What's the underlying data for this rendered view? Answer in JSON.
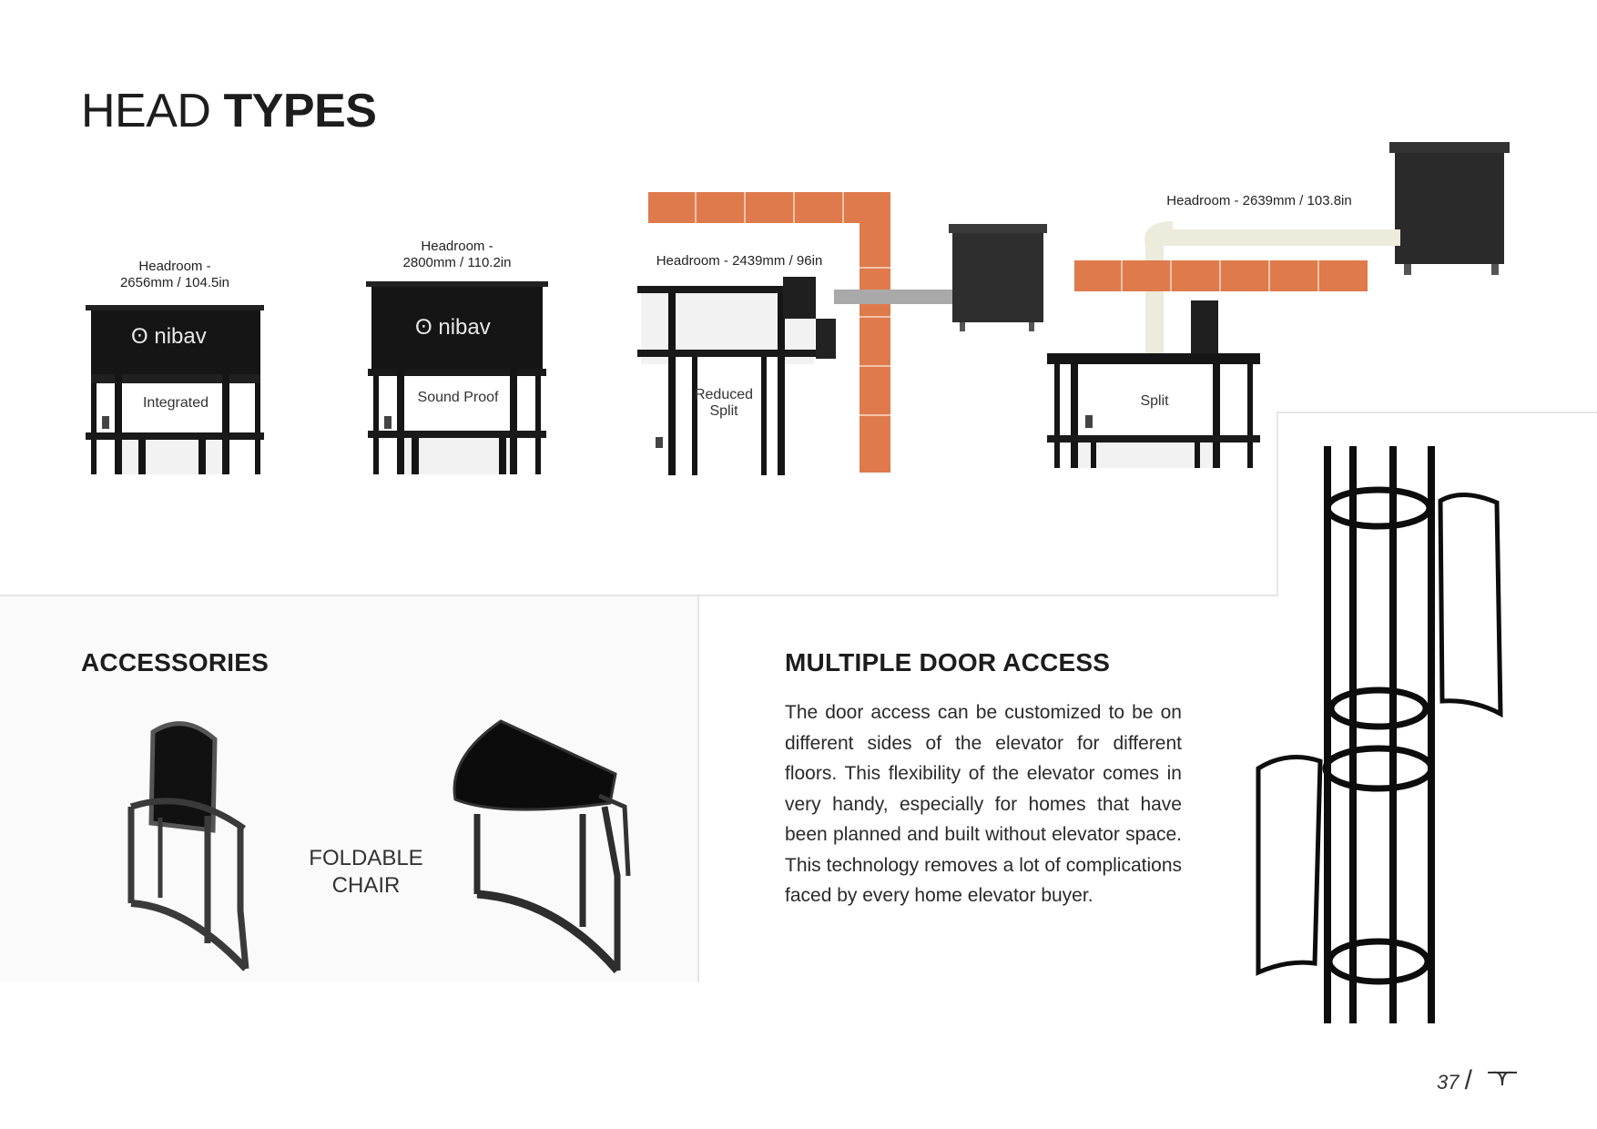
{
  "header": {
    "title_light": "HEAD",
    "title_bold": "TYPES"
  },
  "head_types": [
    {
      "label": "Integrated",
      "headroom": [
        "Headroom -",
        "2656mm / 104.5in"
      ],
      "logo": "nibav"
    },
    {
      "label": "Sound Proof",
      "headroom": [
        "Headroom -",
        "2800mm / 110.2in"
      ],
      "logo": "nibav"
    },
    {
      "label": "Reduced Split",
      "headroom": [
        "Headroom - 2439mm / 96in"
      ]
    },
    {
      "label": "Split",
      "headroom": [
        "Headroom - 2639mm / 103.8in"
      ]
    }
  ],
  "accessories": {
    "heading": "ACCESSORIES",
    "chair_label": [
      "FOLDABLE",
      "CHAIR"
    ]
  },
  "multiple_door": {
    "heading": "MULTIPLE DOOR ACCESS",
    "body": "The door access can be customized to be on different sides of the elevator for different floors. This flexibility of the elevator comes in very handy, especially for homes that have been planned and built without elevator space. This technology removes a lot of complications faced by every home elevator buyer."
  },
  "footer": {
    "page_number": "37",
    "separator": "/",
    "logo_icon": "nibav-logo-icon"
  }
}
